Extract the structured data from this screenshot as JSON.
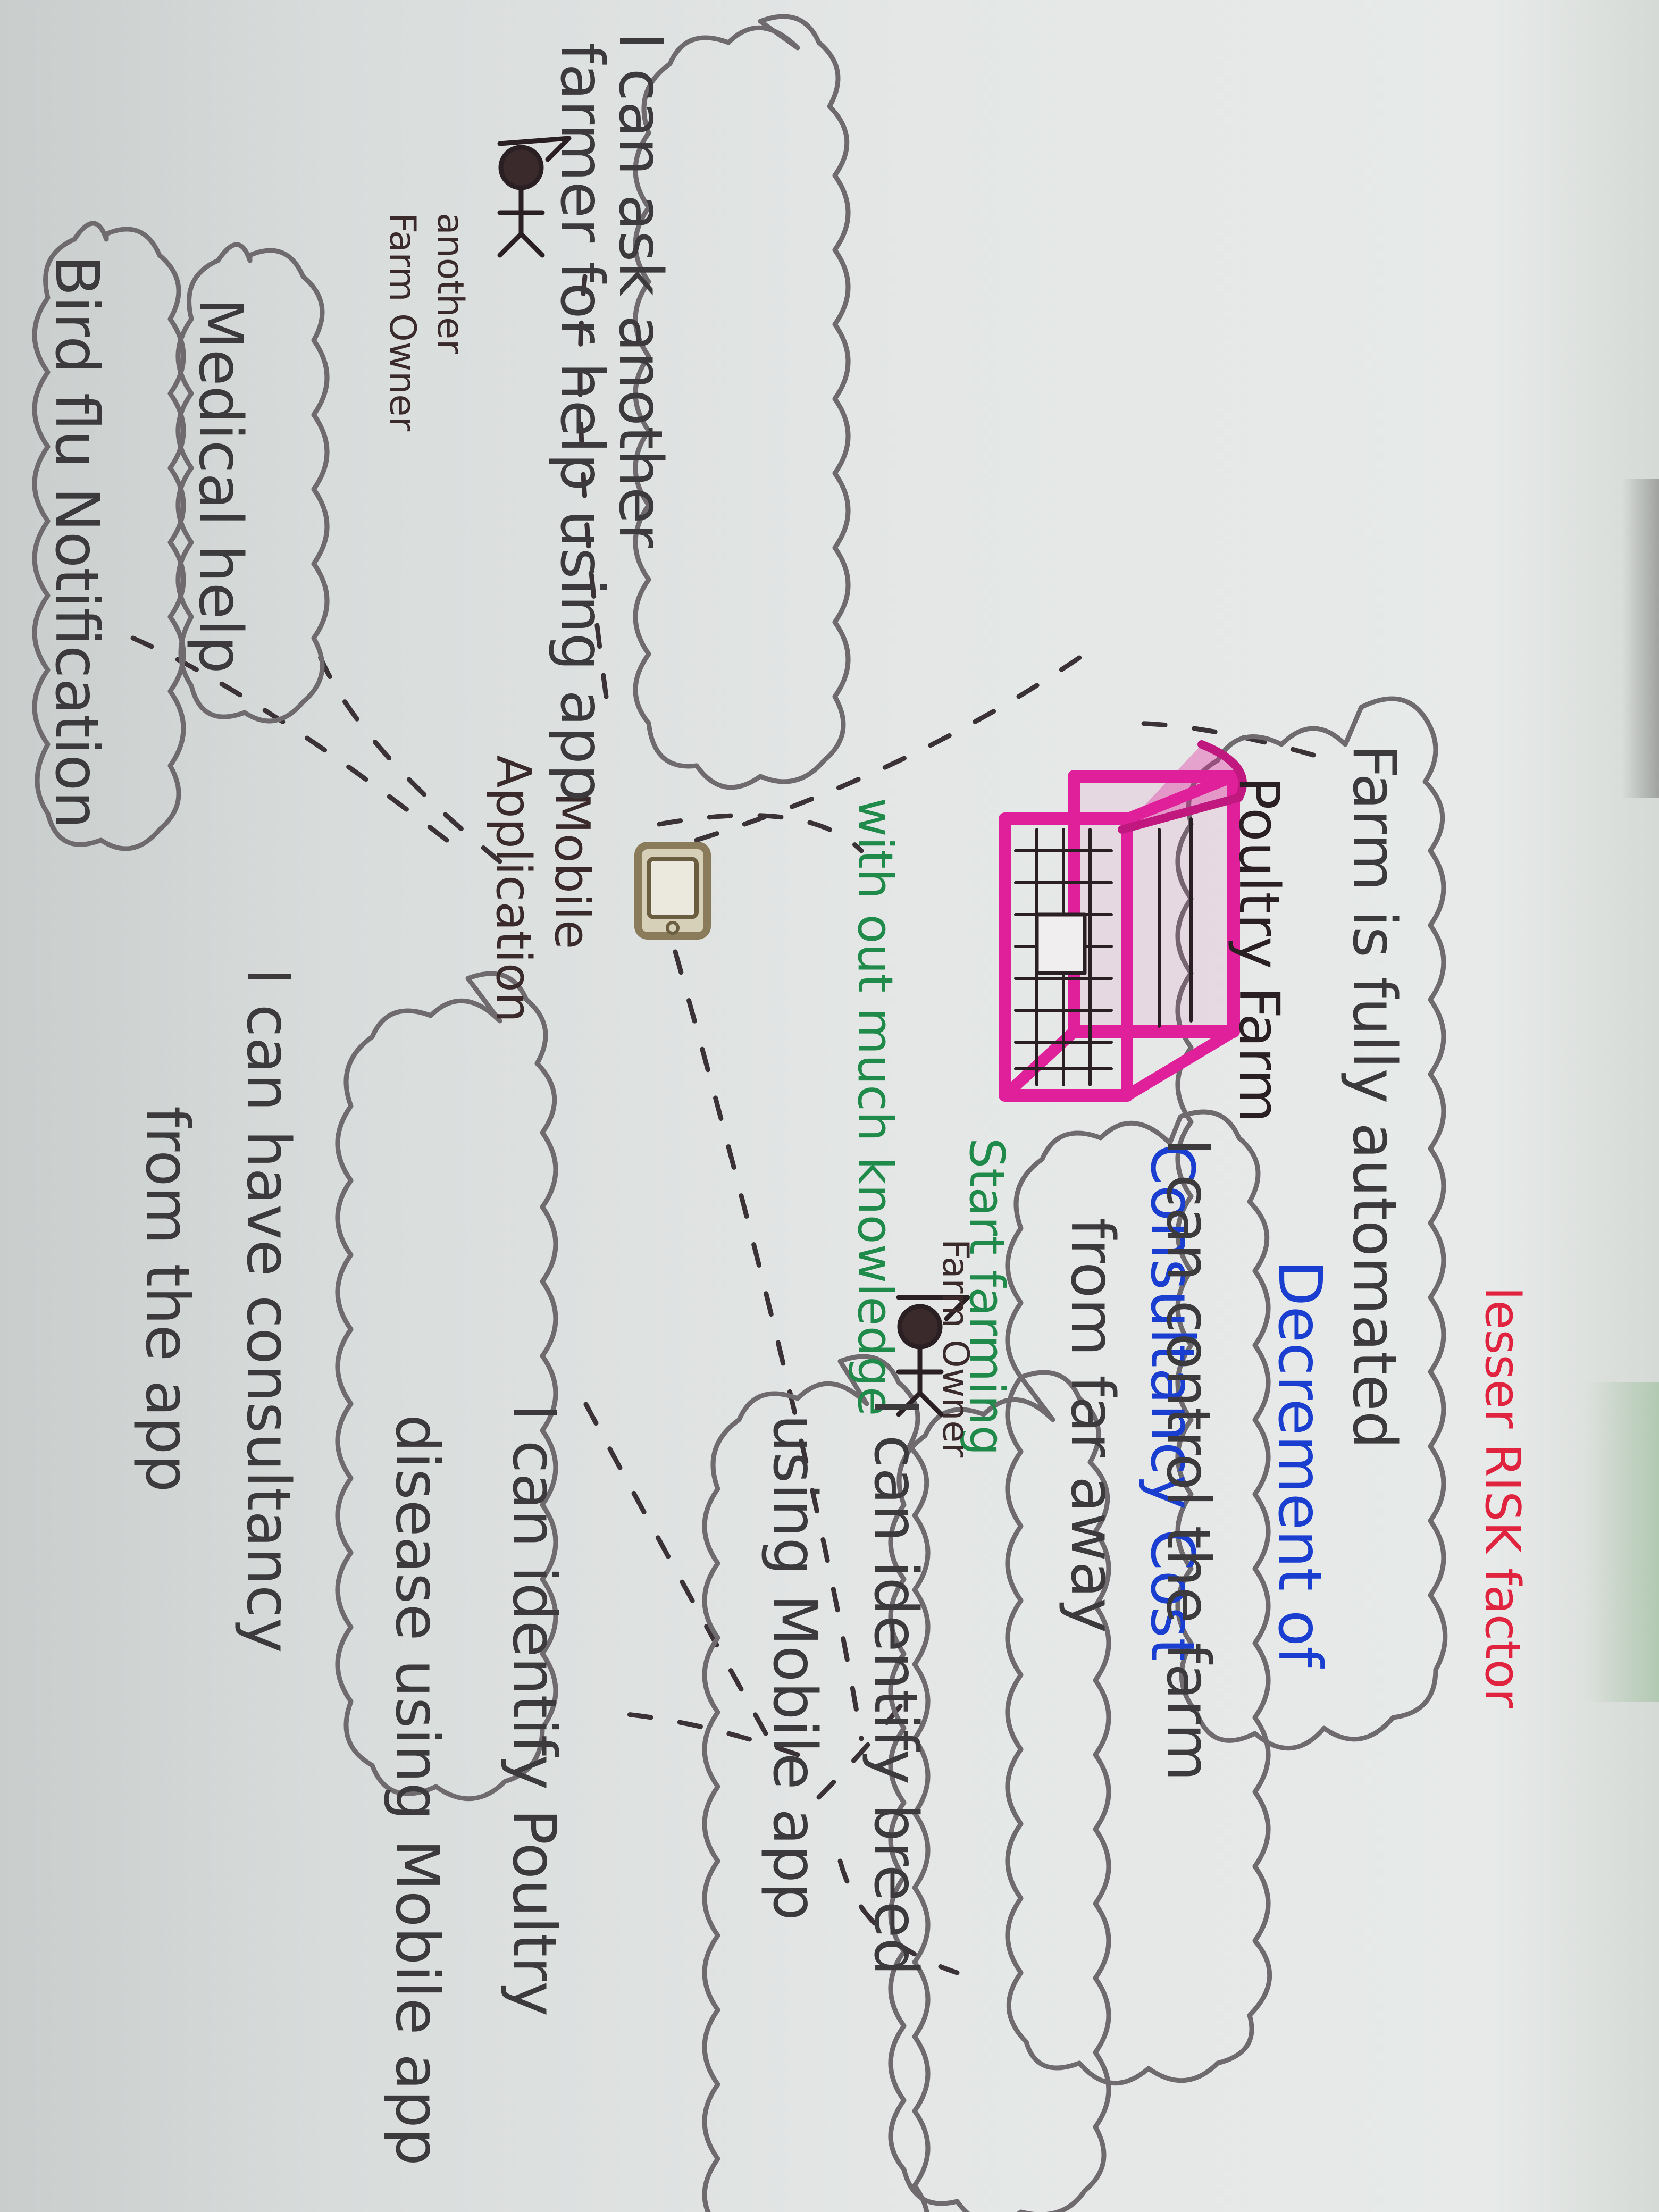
{
  "header": {
    "line1": "lesser RISK factor",
    "line2": "Decrement of",
    "line3": "Consultancy Cost",
    "line4": "Start farming",
    "line5": "with out much knowledge"
  },
  "center": {
    "farm_label": "Poultry Farm",
    "app_label_1": "Mobile",
    "app_label_2": "Application",
    "owner_label": "Farm Owner",
    "other_owner_1": "another",
    "other_owner_2": "Farm Owner"
  },
  "clouds": {
    "automated": "Farm is fully automated",
    "control_1": "I can control the farm",
    "control_2": "from far away",
    "breed_1": "I can identify breed",
    "breed_2": "using Mobile app",
    "disease_1": "I can identify Poultry",
    "disease_2": "disease using Mobile app",
    "consult_1": "I can have consultancy",
    "consult_2": "from the app",
    "ask_1": "I can ask another",
    "ask_2": "farmer for help using app",
    "medical": "Medical help",
    "birdflu": "Bird flu Notification"
  },
  "colors": {
    "red": "#e0233f",
    "blue": "#1a3fd0",
    "green": "#1f8a4a",
    "magenta": "#e0209a",
    "cloud_stroke": "#6e6a6e",
    "ink": "#2a1f22"
  }
}
